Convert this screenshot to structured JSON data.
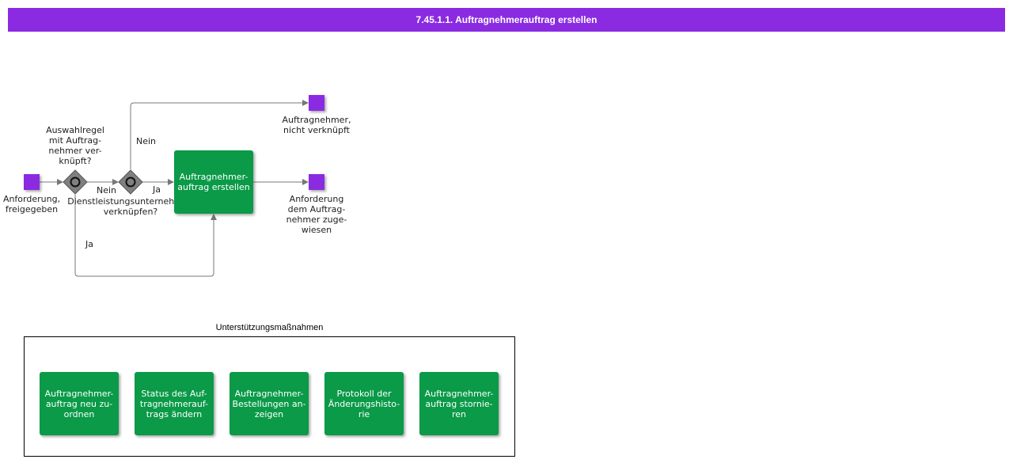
{
  "title": "7.45.1.1. Auftragnehmerauftrag erstellen",
  "colors": {
    "header": "#8a2be2",
    "event": "#8a2be2",
    "task": "#0a9a48",
    "gateway": "#808080",
    "edge": "#777777"
  },
  "start_event": {
    "label": "Anforderung,\nfreigegeben"
  },
  "gateway_1": {
    "icon": "exclusive-gateway-icon",
    "question": "Auswahlregel\nmit Auftrag-\nnehmer ver-\nknüpft?"
  },
  "gateway_2": {
    "icon": "exclusive-gateway-icon",
    "question": "Dienstleistungsunternehmen\nverknüpfen?"
  },
  "edges": {
    "g1_nein": "Nein",
    "g1_ja": "Ja",
    "g2_nein": "Nein",
    "g2_ja": "Ja"
  },
  "task_main": {
    "label": "Auftragnehmer-\nauftrag erstellen"
  },
  "end_event_top": {
    "label": "Auftragnehmer,\nnicht verknüpft"
  },
  "end_event_right": {
    "label": "Anforderung\ndem Auftrag-\nnehmer zuge-\nwiesen"
  },
  "support": {
    "title": "Unterstützungsmaßnahmen",
    "tasks": [
      "Auftragnehmer-\nauftrag neu zu-\nordnen",
      "Status des Auf-\ntragnehmerauf-\ntrags ändern",
      "Auftragnehmer-\nBestellungen an-\nzeigen",
      "Protokoll der\nÄnderungshisto-\nrie",
      "Auftragnehmer-\nauftrag stornie-\nren"
    ]
  }
}
